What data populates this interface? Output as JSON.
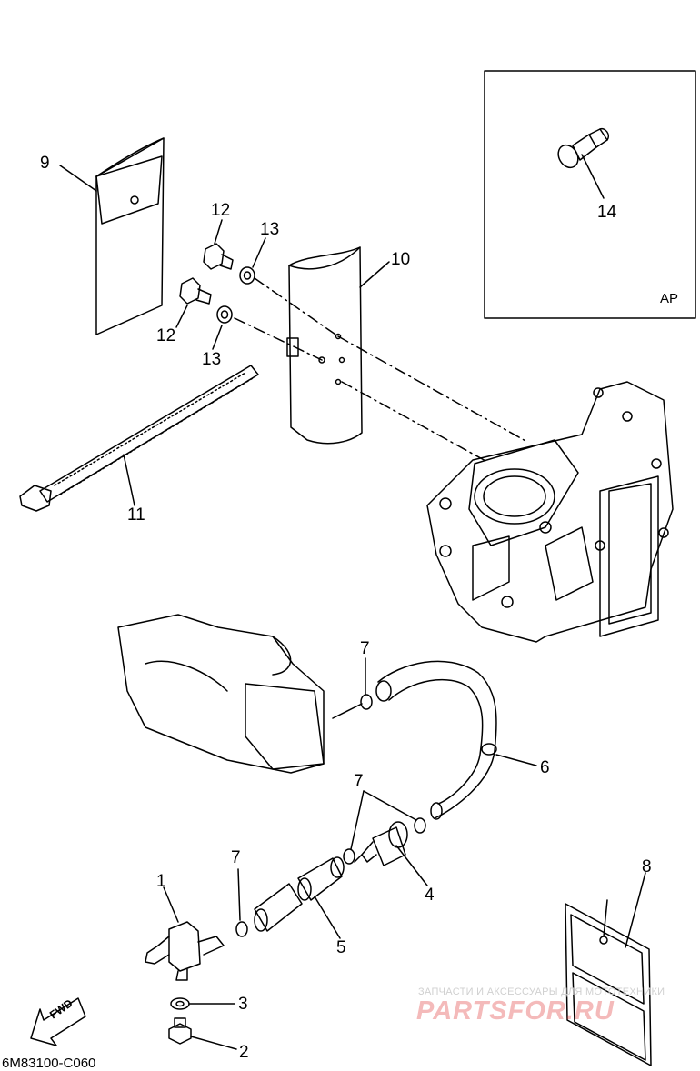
{
  "callouts": {
    "c1": "1",
    "c2": "2",
    "c3": "3",
    "c4": "4",
    "c5": "5",
    "c6": "6",
    "c7a": "7",
    "c7b": "7",
    "c7c": "7",
    "c8": "8",
    "c9": "9",
    "c10": "10",
    "c11": "11",
    "c12a": "12",
    "c12b": "12",
    "c13a": "13",
    "c13b": "13",
    "c14": "14"
  },
  "inset_label": "AP",
  "direction_label": "FWD",
  "drawing_code": "6M83100-C060",
  "watermark": {
    "line1": "ЗАПЧАСТИ И АКСЕССУАРЫ ДЛЯ МОТОТЕХНИКИ",
    "line2": "PARTSFOR.RU"
  },
  "colors": {
    "ink": "#000000",
    "watermark_red": "#dc2828",
    "watermark_gray": "#d0d0d0"
  }
}
